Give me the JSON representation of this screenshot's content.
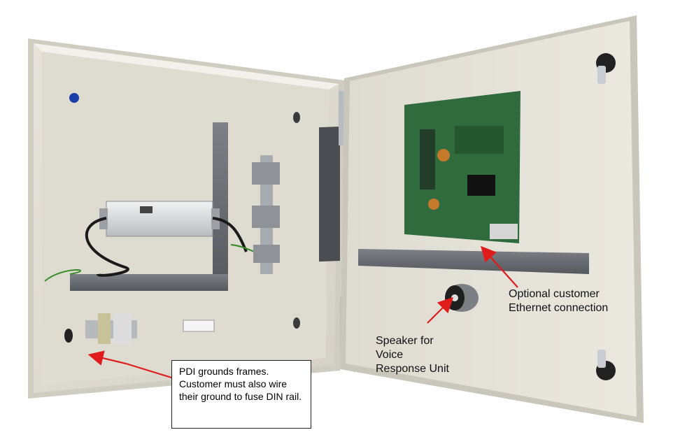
{
  "callouts": {
    "ethernet": "Optional customer\nEthernet connection",
    "speaker": "Speaker for\nVoice\nResponse Unit",
    "ground": "PDI grounds frames. Customer must also wire their ground to fuse DIN rail."
  },
  "colors": {
    "enclosure": "#e3e0d6",
    "panel_back": "#d9d6cb",
    "duct": "#6b6f75",
    "pcb": "#2f6b3d",
    "arrow": "#e01b1b",
    "lock_blue": "#1b3fa8"
  },
  "icons": [
    "lock-icon",
    "hinge-icon",
    "speaker-icon",
    "power-supply-icon",
    "terminal-block-icon"
  ]
}
